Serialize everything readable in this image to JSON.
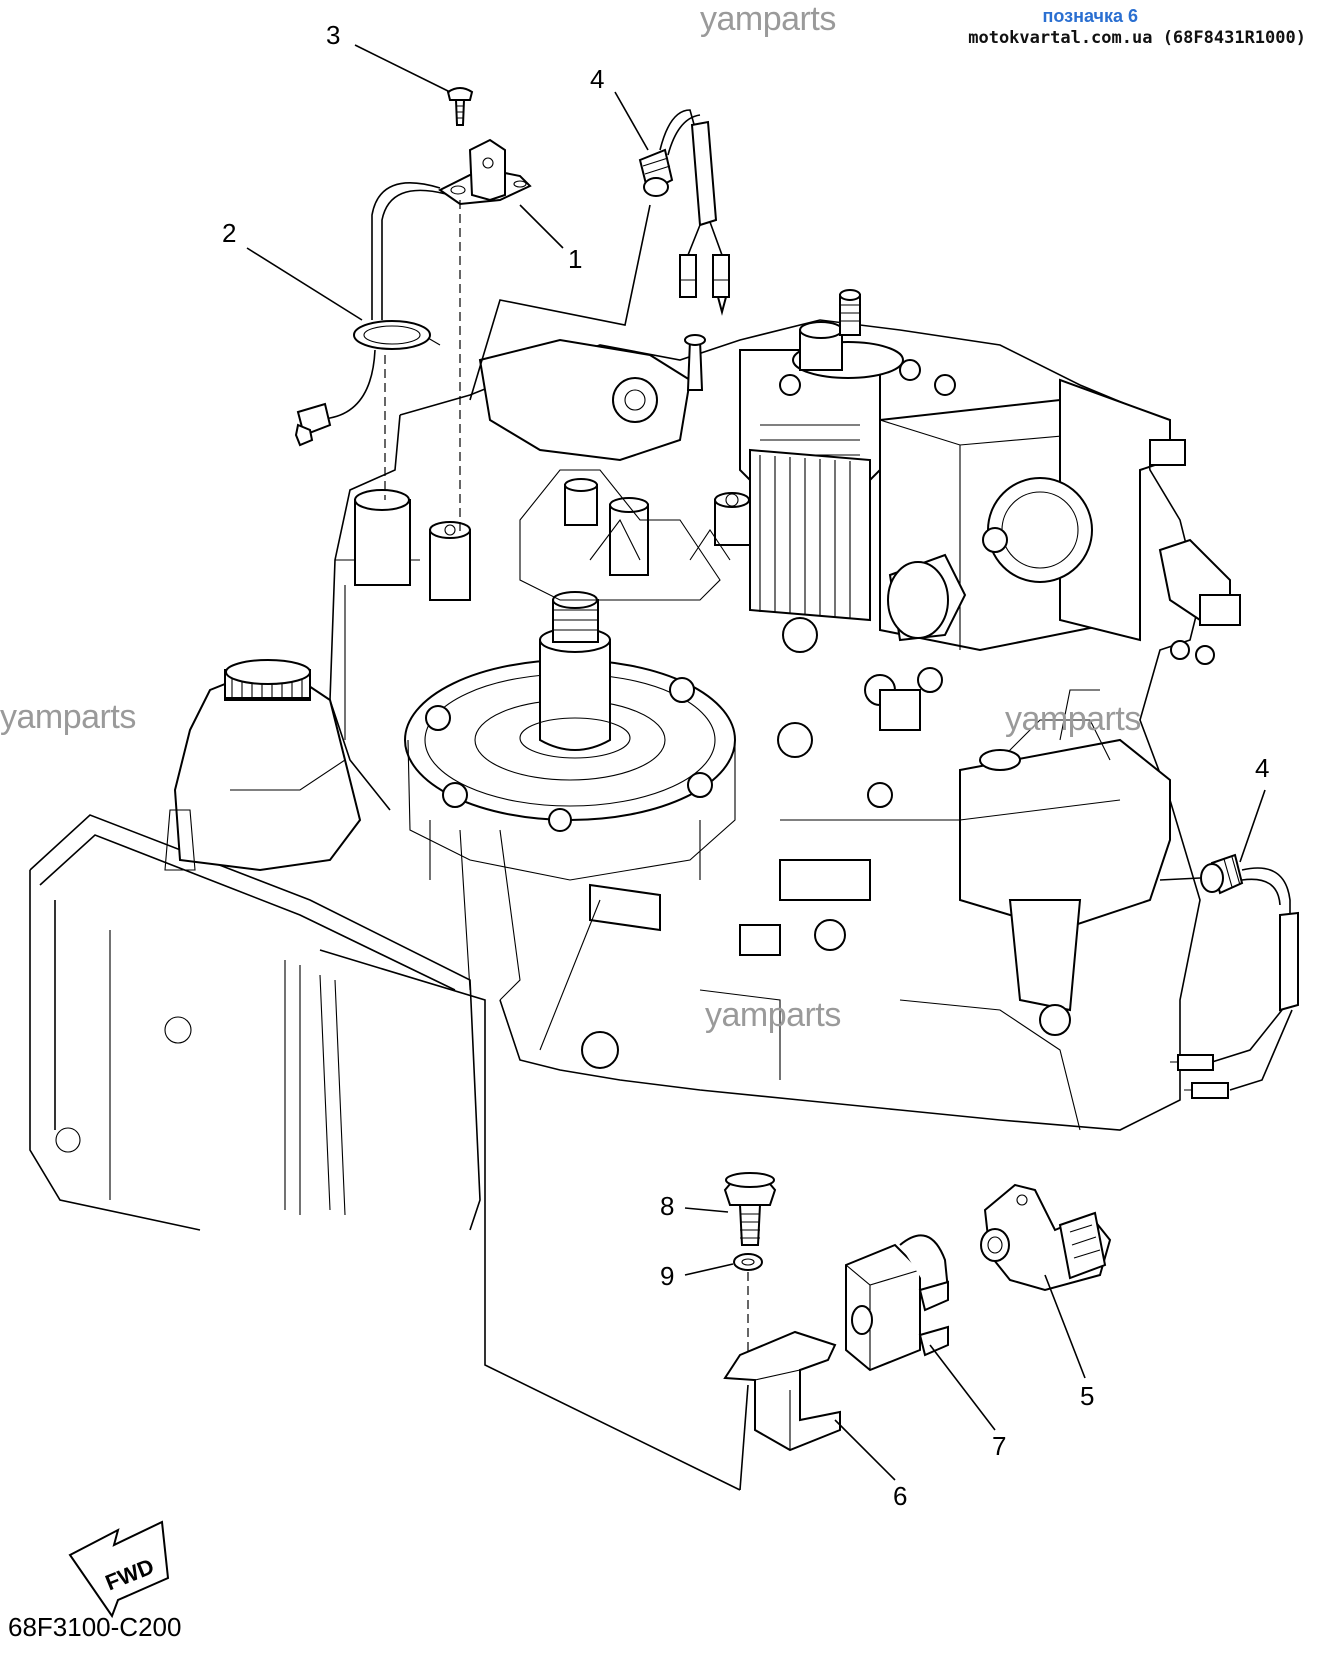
{
  "header": {
    "tag": "позначка 6",
    "site": "motokvartal.com.ua (68F8431R1000)"
  },
  "watermarks": [
    "yamparts",
    "yamparts",
    "yamparts",
    "yamparts"
  ],
  "callouts": {
    "p1": "1",
    "p2": "2",
    "p3": "3",
    "p4a": "4",
    "p4b": "4",
    "p5": "5",
    "p6": "6",
    "p7": "7",
    "p8": "8",
    "p9": "9"
  },
  "fwd_label": "FWD",
  "reference_code": "68F3100-C200"
}
